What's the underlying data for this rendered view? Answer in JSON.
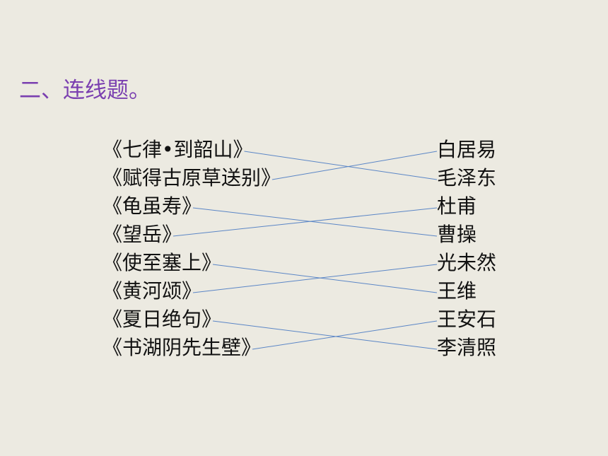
{
  "heading": "二、连线题。",
  "poems": [
    "《七律•到韶山》",
    "《赋得古原草送别》",
    "《龟虽寿》",
    "《望岳》",
    "《使至塞上》",
    "《黄河颂》",
    "《夏日绝句》",
    "《书湖阴先生壁》"
  ],
  "authors": [
    "白居易",
    "毛泽东",
    "杜甫",
    "曹操",
    "光未然",
    "王维",
    "王安石",
    "李清照"
  ],
  "matches": [
    {
      "poem": 0,
      "author": 1
    },
    {
      "poem": 1,
      "author": 0
    },
    {
      "poem": 2,
      "author": 3
    },
    {
      "poem": 3,
      "author": 2
    },
    {
      "poem": 4,
      "author": 5
    },
    {
      "poem": 5,
      "author": 4
    },
    {
      "poem": 6,
      "author": 7
    },
    {
      "poem": 7,
      "author": 6
    }
  ],
  "colors": {
    "background": "#eceae1",
    "heading": "#7a3fb0",
    "text": "#111111",
    "connector": "#5b86c6"
  }
}
